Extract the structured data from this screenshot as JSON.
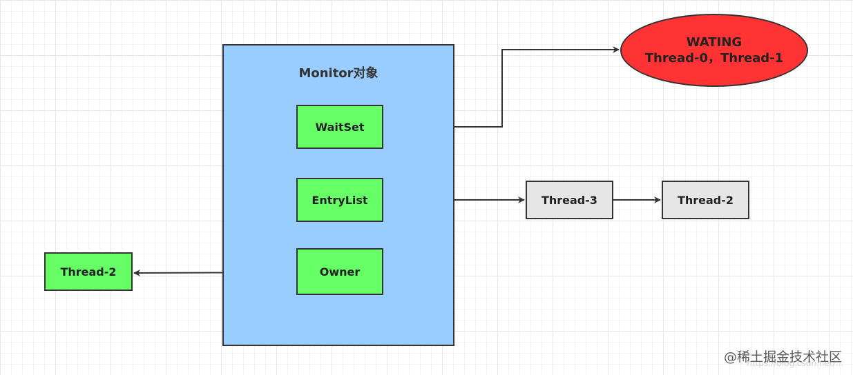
{
  "monitor": {
    "title": "Monitor对象",
    "wait_set": "WaitSet",
    "entry_list": "EntryList",
    "owner": "Owner"
  },
  "waiting": {
    "title": "WATING",
    "threads": "Thread-0，Thread-1"
  },
  "entry_queue": {
    "first": "Thread-3",
    "second": "Thread-2"
  },
  "owner_thread": "Thread-2",
  "watermark": {
    "main": "@稀土掘金技术社区",
    "faint": "https://blog.csdn.net/..."
  },
  "colors": {
    "monitor_fill": "#99ccff",
    "box_fill": "#66ff66",
    "waiting_fill": "#ff3333",
    "queue_fill": "#e6e6e6",
    "stroke": "#333333"
  }
}
